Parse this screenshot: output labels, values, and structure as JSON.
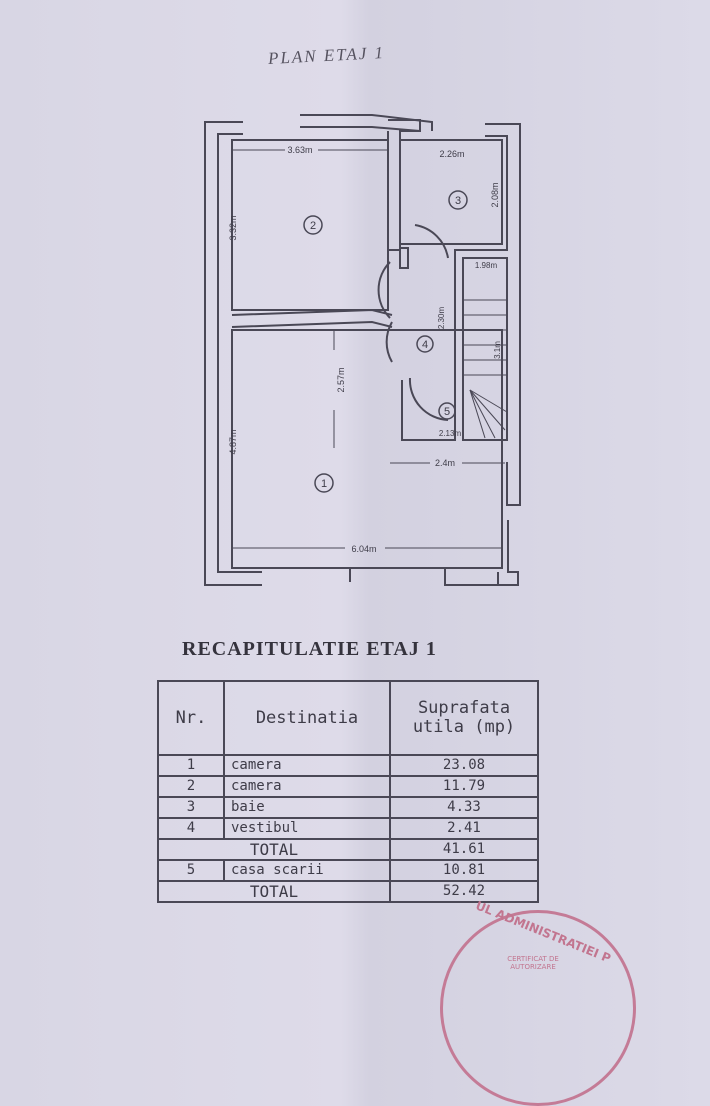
{
  "plan_title": "PLAN ETAJ 1",
  "rooms": [
    "1",
    "2",
    "3",
    "4",
    "5"
  ],
  "dimensions": {
    "room2_width": "3.63m",
    "room3_width": "2.26m",
    "room2_depth": "3.32m",
    "room3_depth": "2.08m",
    "room1_inner": "2.57m",
    "room1_depth": "4.87m",
    "total_width": "6.04m",
    "stair_width": "2.4m",
    "stair_bottom": "2.13m",
    "hall_depth": "2.30m",
    "stair_side": "3.1m",
    "stair_top": "1.98m"
  },
  "recap_title": "RECAPITULATIE ETAJ 1",
  "table": {
    "headers": {
      "nr": "Nr.",
      "dest": "Destinatia",
      "area1": "Suprafata",
      "area2": "utila (mp)"
    },
    "rows": [
      {
        "nr": "1",
        "dest": "camera",
        "area": "23.08"
      },
      {
        "nr": "2",
        "dest": "camera",
        "area": "11.79"
      },
      {
        "nr": "3",
        "dest": "baie",
        "area": "4.33"
      },
      {
        "nr": "4",
        "dest": "vestibul",
        "area": "2.41"
      }
    ],
    "total1": {
      "label": "TOTAL",
      "area": "41.61"
    },
    "row5": {
      "nr": "5",
      "dest": "casa scarii",
      "area": "10.81"
    },
    "total2": {
      "label": "TOTAL",
      "area": "52.42"
    }
  },
  "stamp": {
    "text": "UL ADMINISTRATIEI P",
    "inner": "CERTIFICAT DE AUTORIZARE"
  },
  "colors": {
    "paper": "#dad8e6",
    "ink": "#3e3c48",
    "stamp": "#c2758f"
  }
}
